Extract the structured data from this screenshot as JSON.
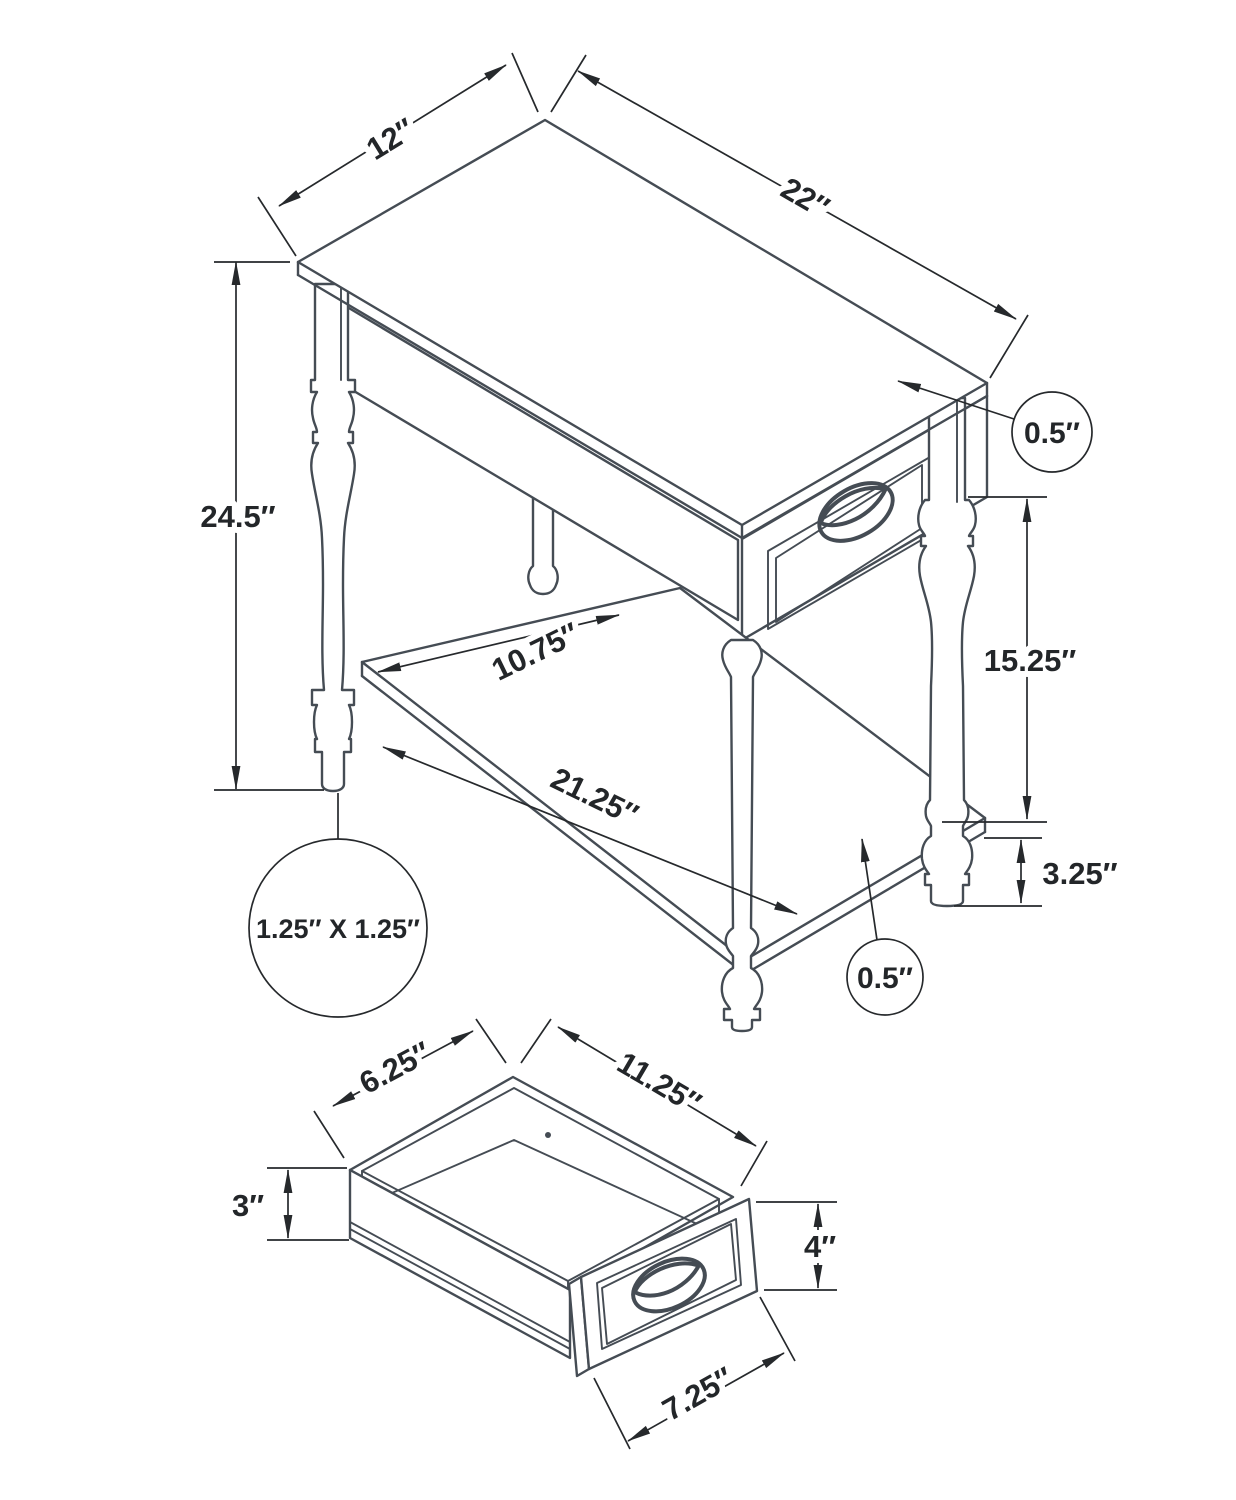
{
  "colors": {
    "background": "#ffffff",
    "object_line": "#454c54",
    "dimension_line": "#26292c",
    "text": "#232629"
  },
  "table_view": {
    "dimensions": {
      "top_depth": "12″",
      "top_width": "22″",
      "overall_height": "24.5″",
      "top_thickness": "0.5″",
      "apron_to_shelf": "15.25″",
      "shelf_depth": "10.75″",
      "shelf_width": "21.25″",
      "shelf_to_floor": "3.25″",
      "shelf_thickness": "0.5″",
      "leg_post": "1.25″ X 1.25″"
    }
  },
  "drawer_view": {
    "dimensions": {
      "inner_depth": "6.25″",
      "inner_width": "11.25″",
      "side_height": "3″",
      "front_height": "4″",
      "front_width": "7.25″"
    }
  }
}
